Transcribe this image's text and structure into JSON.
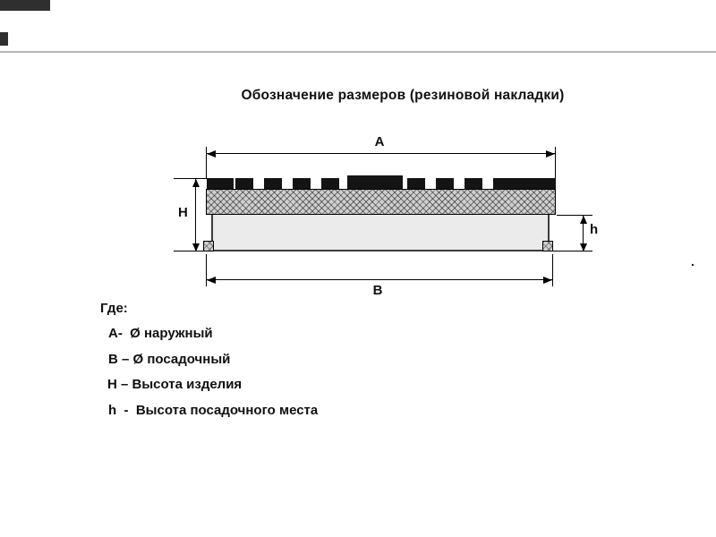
{
  "title": "Обозначение размеров (резиновой накладки)",
  "diagram": {
    "label_a": "A",
    "label_b": "B",
    "label_H": "H",
    "label_h": "h",
    "stray_dot": "."
  },
  "legend": {
    "heading": "Где:",
    "items": [
      "А-  Ø наружный",
      "В – Ø посадочный",
      "Н – Высота изделия",
      "h  -  Высота посадочного места"
    ]
  }
}
